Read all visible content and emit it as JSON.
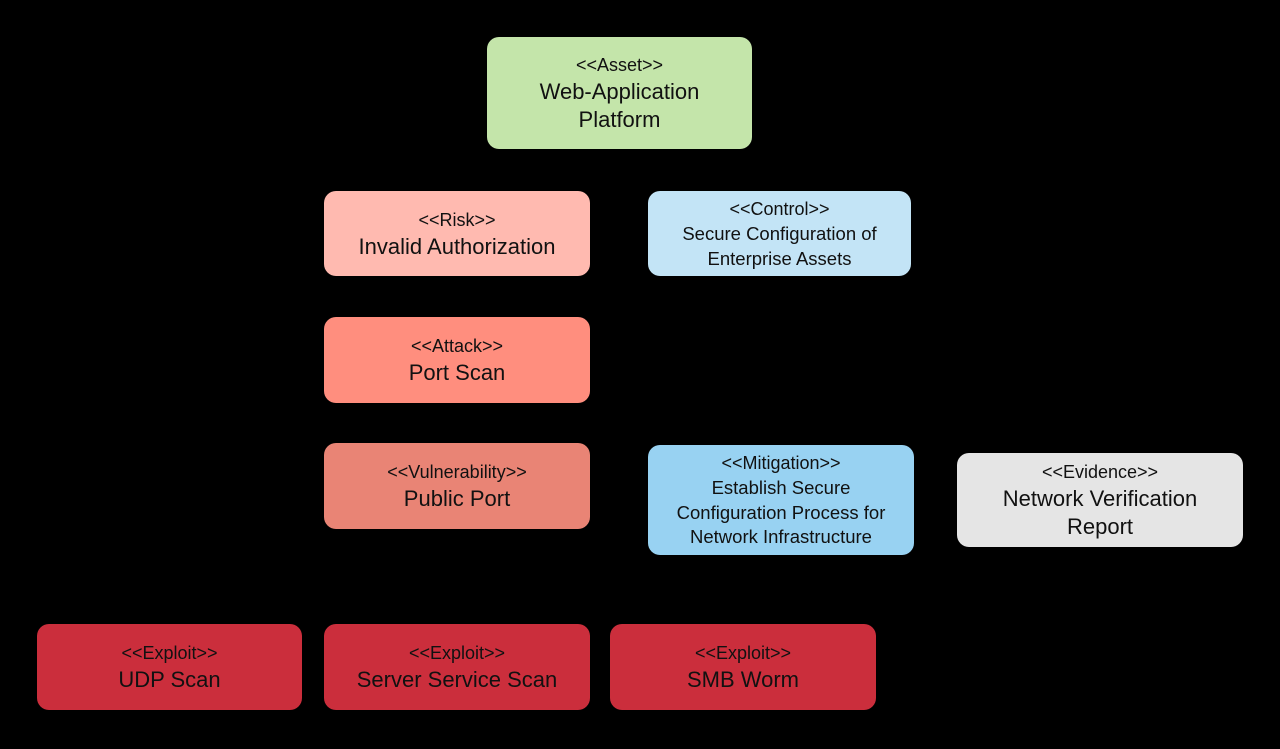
{
  "canvas": {
    "background_color": "#000000",
    "text_color": "#111111"
  },
  "diagram": {
    "nodes": {
      "asset": {
        "stereotype": "<<Asset>>",
        "name": "Web-Application\nPlatform",
        "color": "#c4e5aa"
      },
      "risk": {
        "stereotype": "<<Risk>>",
        "name": "Invalid Authorization",
        "color": "#ffbab0"
      },
      "control": {
        "stereotype": "<<Control>>",
        "name": "Secure Configuration of\nEnterprise Assets",
        "color": "#c3e4f6"
      },
      "attack": {
        "stereotype": "<<Attack>>",
        "name": "Port Scan",
        "color": "#ff8e7e"
      },
      "vulnerability": {
        "stereotype": "<<Vulnerability>>",
        "name": "Public Port",
        "color": "#e98475"
      },
      "mitigation": {
        "stereotype": "<<Mitigation>>",
        "name": "Establish Secure\nConfiguration Process for\nNetwork Infrastructure",
        "color": "#98d2f2"
      },
      "evidence": {
        "stereotype": "<<Evidence>>",
        "name": "Network Verification\nReport",
        "color": "#e5e5e5"
      },
      "exploit_udp": {
        "stereotype": "<<Exploit>>",
        "name": "UDP Scan",
        "color": "#cb2e3c"
      },
      "exploit_server_service": {
        "stereotype": "<<Exploit>>",
        "name": "Server Service Scan",
        "color": "#cb2e3c"
      },
      "exploit_smb": {
        "stereotype": "<<Exploit>>",
        "name": "SMB Worm",
        "color": "#cb2e3c"
      }
    }
  }
}
